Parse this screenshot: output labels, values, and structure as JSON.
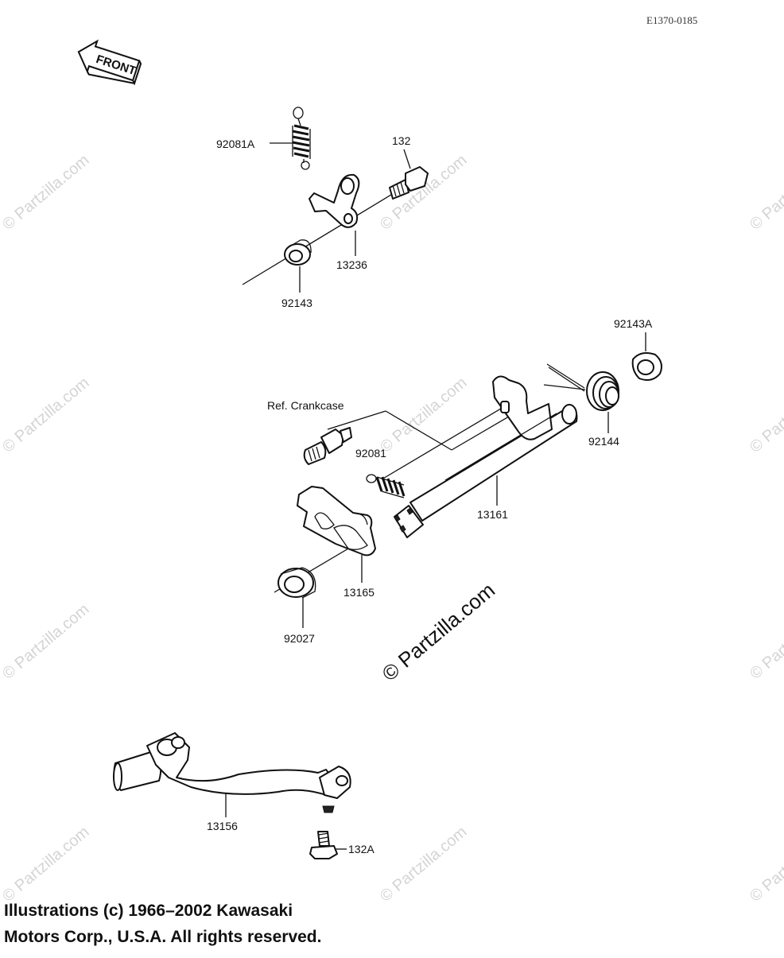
{
  "figure_code": "E1370-0185",
  "front_label": "FRONT",
  "parts": {
    "p92081A": "92081A",
    "p132": "132",
    "p13236": "13236",
    "p92143": "92143",
    "p92143A": "92143A",
    "p92144": "92144",
    "ref_crankcase": "Ref. Crankcase",
    "p92081": "92081",
    "p13161": "13161",
    "p13165": "13165",
    "p92027": "92027",
    "p13156": "13156",
    "p132A": "132A"
  },
  "watermark": "© Partzilla.com",
  "copyright_line1": "Illustrations (c) 1966–2002 Kawasaki",
  "copyright_line2": "Motors Corp., U.S.A.  All rights reserved."
}
